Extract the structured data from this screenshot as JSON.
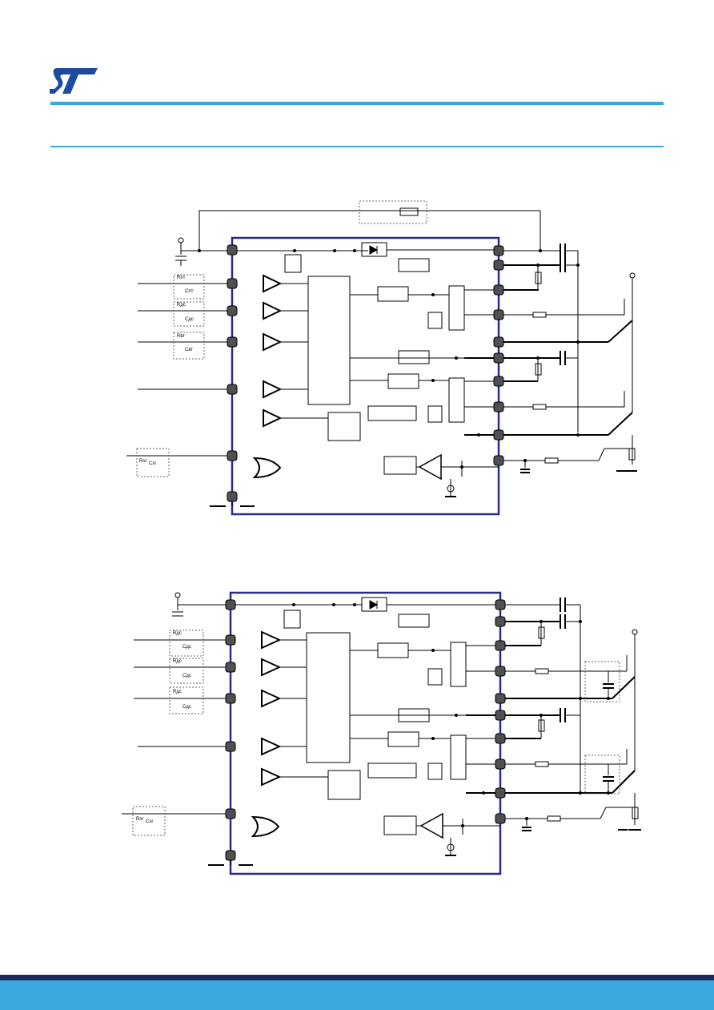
{
  "colors": {
    "accent": "#3aa8dc",
    "footer_dark": "#1b2a5a",
    "footer_light": "#3aa8dc",
    "chip_outline": "#2a2a8c",
    "logo": "#1f4aa0",
    "pin": "#505050",
    "wire": "#000000"
  },
  "logo": {
    "name": "st-logo",
    "text": "ST"
  },
  "diagrams": [
    {
      "name": "application-schematic-1",
      "labels": {
        "r1": "Rпт",
        "c1": "Cпт",
        "r2": "Rдс",
        "c2": "Cдс",
        "r3": "Rвт",
        "c3": "Cвт",
        "r4": "Rsr",
        "c4": "Csr"
      }
    },
    {
      "name": "application-schematic-2",
      "labels": {
        "r1": "Rдс",
        "c1": "Cдс",
        "r2": "Rдс",
        "c2": "Cдс",
        "r3": "Rдс",
        "c3": "Cдс",
        "r4": "Rsr",
        "c4": "Csr"
      }
    }
  ]
}
